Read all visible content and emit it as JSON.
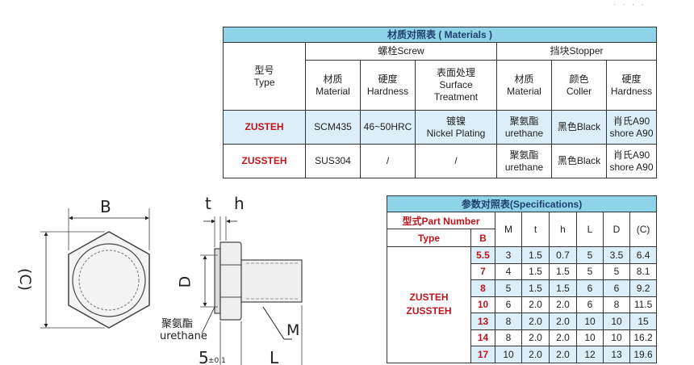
{
  "corner_mark": "· · ·  ·",
  "materials": {
    "title": "材质对照表 ( Materials )",
    "type_header_cn": "型号",
    "type_header_en": "Type",
    "screw_group": "螺栓Screw",
    "stopper_group": "挡块Stopper",
    "headers": [
      {
        "cn": "材质",
        "en": "Material"
      },
      {
        "cn": "硬度",
        "en": "Hardness"
      },
      {
        "cn": "表面处理",
        "en": "Surface Treatment"
      },
      {
        "cn": "材质",
        "en": "Material"
      },
      {
        "cn": "颜色",
        "en": "Coller"
      },
      {
        "cn": "硬度",
        "en": "Hardness"
      }
    ],
    "rows": [
      {
        "type": "ZUSTEH",
        "screw_material": "SCM435",
        "screw_hardness": "46~50HRC",
        "surface_cn": "镀镍",
        "surface_en": "Nickel Plating",
        "stopper_material_cn": "聚氨酯",
        "stopper_material_en": "urethane",
        "color": "黑色Black",
        "hardness_cn": "肖氏A90",
        "hardness_en": "shore A90"
      },
      {
        "type": "ZUSSTEH",
        "screw_material": "SUS304",
        "screw_hardness": "/",
        "surface_cn": "",
        "surface_en": "/",
        "stopper_material_cn": "聚氨酯",
        "stopper_material_en": "urethane",
        "color": "黑色Black",
        "hardness_cn": "肖氏A90",
        "hardness_en": "shore A90"
      }
    ]
  },
  "specifications": {
    "title": "参数对照表(Specifications)",
    "part_number_label": "型式Part Number",
    "type_label": "Type",
    "b_label": "B",
    "columns": [
      "M",
      "t",
      "h",
      "L",
      "D",
      "(C)"
    ],
    "types": [
      "ZUSTEH",
      "ZUSSTEH"
    ],
    "rows": [
      {
        "B": "5.5",
        "M": "3",
        "t": "1.5",
        "h": "0.7",
        "L": "5",
        "D": "3.5",
        "C": "6.4"
      },
      {
        "B": "7",
        "M": "4",
        "t": "1.5",
        "h": "1.5",
        "L": "5",
        "D": "5",
        "C": "8.1"
      },
      {
        "B": "8",
        "M": "5",
        "t": "1.5",
        "h": "1.5",
        "L": "6",
        "D": "6",
        "C": "9.2"
      },
      {
        "B": "10",
        "M": "6",
        "t": "2.0",
        "h": "2.0",
        "L": "6",
        "D": "8",
        "C": "11.5"
      },
      {
        "B": "13",
        "M": "8",
        "t": "2.0",
        "h": "2.0",
        "L": "10",
        "D": "10",
        "C": "15"
      },
      {
        "B": "14",
        "M": "8",
        "t": "2.0",
        "h": "2.0",
        "L": "10",
        "D": "10",
        "C": "16.2"
      },
      {
        "B": "17",
        "M": "10",
        "t": "2.0",
        "h": "2.0",
        "L": "12",
        "D": "13",
        "C": "19.6"
      }
    ]
  },
  "drawing": {
    "label_b": "B",
    "label_c": "(C)",
    "label_t": "t",
    "label_h": "h",
    "label_d": "D",
    "label_m": "M",
    "label_l": "L",
    "label_5": "5",
    "label_tol": "±0.1",
    "label_urethane_cn": "聚氨酯",
    "label_urethane_en": "urethane"
  },
  "colors": {
    "header_bg": "#8fd3e8",
    "header_text": "#1f3f6e",
    "row_shade": "#dceef7",
    "accent_red": "#c0141c"
  }
}
